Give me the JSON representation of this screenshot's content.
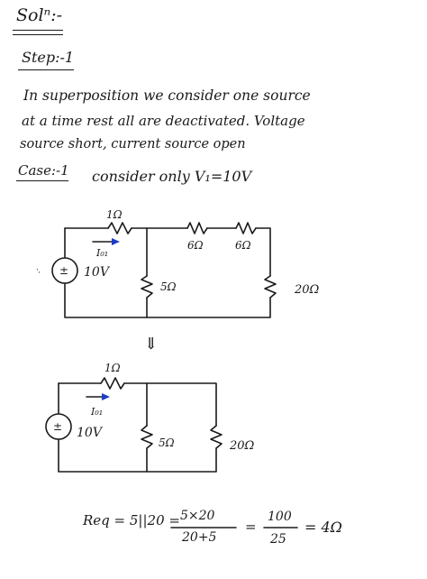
{
  "header": {
    "solution": "Solⁿ:-",
    "step": "Step:-1"
  },
  "intro": {
    "line1": "In superposition we consider one source",
    "line2": "at a time rest all are deactivated. Voltage",
    "line3": "source short, current source open"
  },
  "case": {
    "label": "Case:-1",
    "text": "consider only V₁=10V"
  },
  "circuit1": {
    "r_series": "1Ω",
    "current": "I₀₁",
    "source_sign": "±",
    "source": "10V",
    "r_shunt": "5Ω",
    "r_mid1": "6Ω",
    "r_mid2": "6Ω",
    "r_right": "20Ω"
  },
  "arrow": "⇓",
  "circuit2": {
    "r_series": "1Ω",
    "current": "I₀₁",
    "source_sign": "±",
    "source": "10V",
    "r_shunt1": "5Ω",
    "r_shunt2": "20Ω"
  },
  "equation": {
    "lhs": "Req = 5||20 =",
    "num1": "5×20",
    "den1": "20+5",
    "eq2": "=",
    "num2": "100",
    "den2": "25",
    "result": "= 4Ω"
  }
}
